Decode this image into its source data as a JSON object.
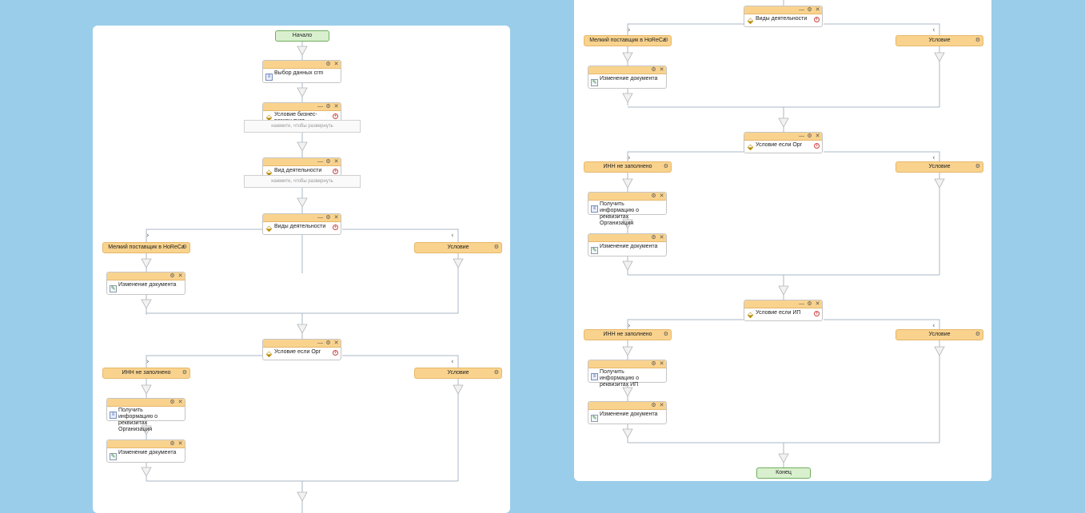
{
  "icons": {
    "gear": "gear-icon",
    "minimize": "minimize-icon",
    "close": "close-icon",
    "add": "add-icon",
    "condition": "condition-icon",
    "data": "data-icon",
    "doc": "document-edit-icon"
  },
  "labels": {
    "start": "Начало",
    "end": "Конец",
    "select_crm": "Выбор данных crm",
    "cond_business_region": "Условие бизнес-регион пуст",
    "expand_hint": "нажмите, чтобы развернуть",
    "activity_type": "Вид деятельности",
    "activity_types": "Виды деятельности",
    "small_supplier": "Мелкий поставщик в HoReCa",
    "condition": "Условие",
    "change_document": "Изменение документа",
    "cond_if_org": "Условие если Орг",
    "inn_empty": "ИНН не заполнено",
    "get_org_details": "Получить информацию о реквизитах Организация",
    "cond_if_ip": "Условие если ИП",
    "get_ip_details": "Получить информацию о реквизитах ИП"
  },
  "controls": {
    "minimize": "—",
    "gear": "⚙",
    "close": "✕",
    "add": "+",
    "branch_left": "›",
    "branch_right": "‹"
  }
}
